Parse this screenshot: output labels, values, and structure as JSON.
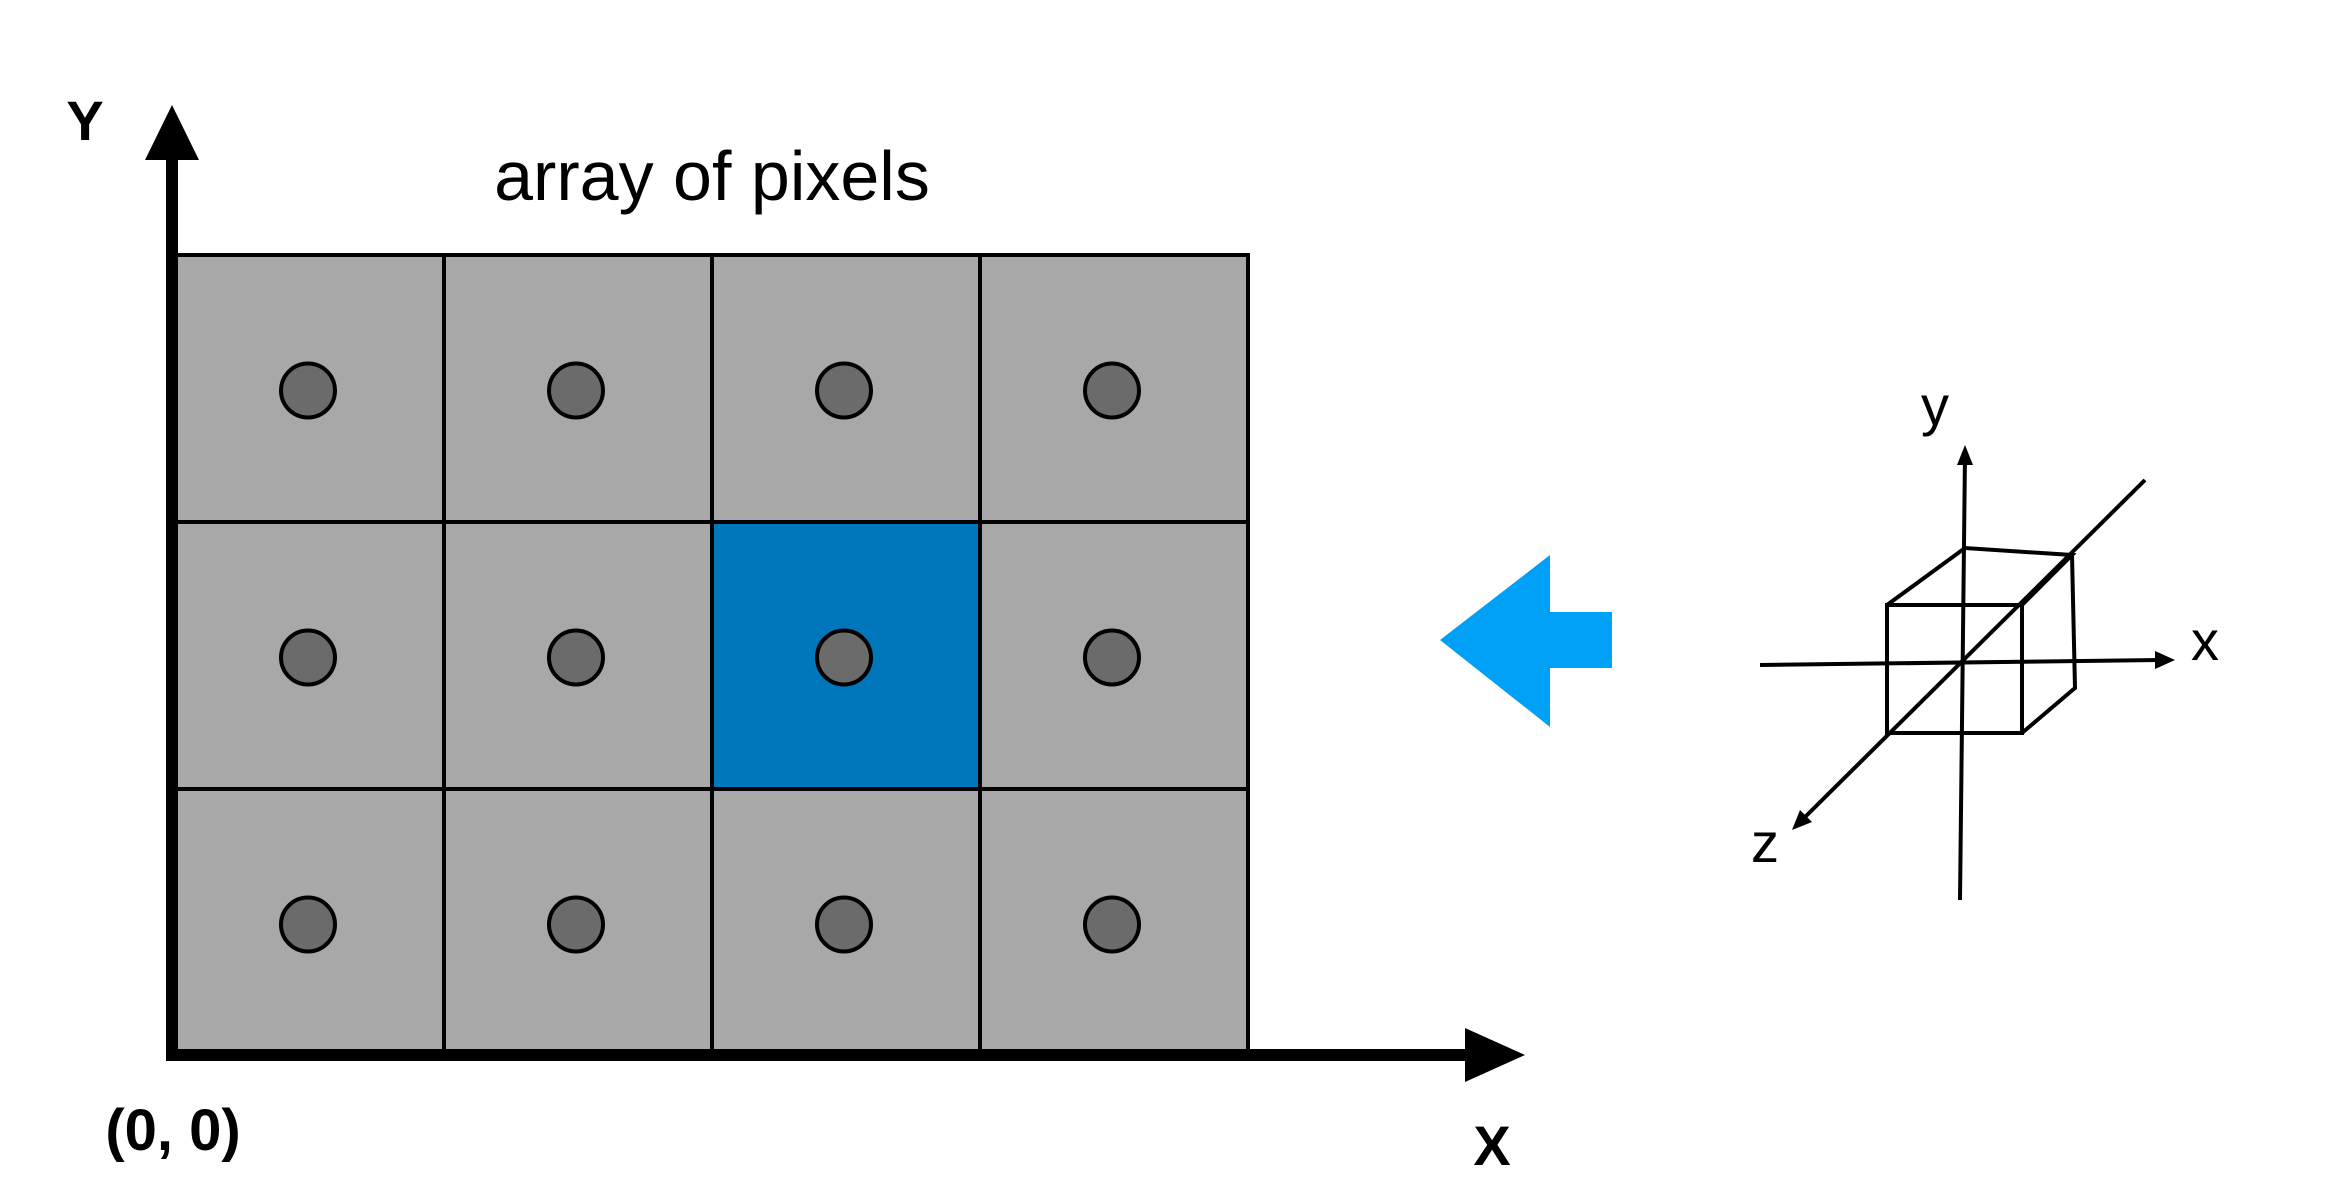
{
  "labels": {
    "y_axis": "Y",
    "x_axis": "X",
    "origin": "(0, 0)",
    "grid_title": "array of pixels"
  },
  "pixel_grid": {
    "rows": 3,
    "cols": 4,
    "highlighted_cell": {
      "row": 1,
      "col": 2
    }
  },
  "scene_axes": {
    "y_label": "y",
    "x_label": "x",
    "z_label": "z"
  },
  "colors": {
    "cell_fill": "#a8a8a8",
    "cell_highlight": "#0076bb",
    "dot_fill": "#6b6b6b",
    "arrow_fill": "#00a0f6",
    "line": "#000000"
  }
}
